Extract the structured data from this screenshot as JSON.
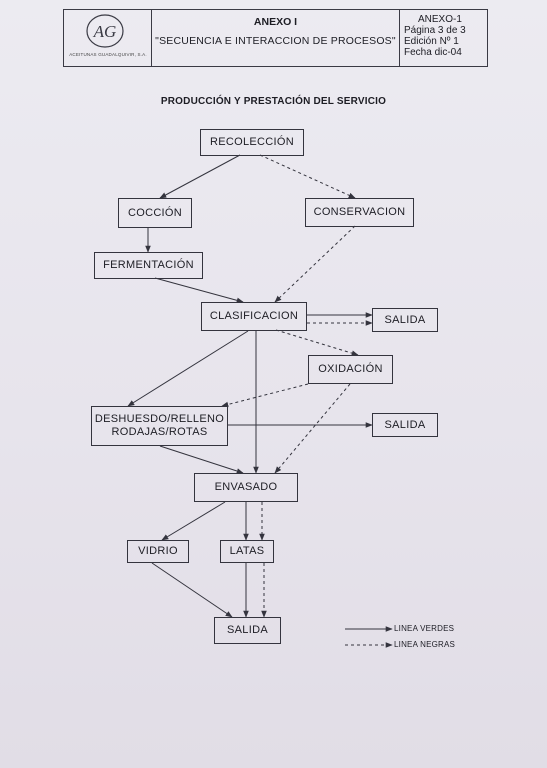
{
  "header": {
    "logo_text": "AG",
    "logo_caption": "ACEITUNAS GUADALQUIVIR, S.A.",
    "anexo": "ANEXO I",
    "title": "\"SECUENCIA E INTERACCION DE PROCESOS\"",
    "ref": "ANEXO-1",
    "page": "Página 3 de 3",
    "edition": "Edición  Nº 1",
    "date": "Fecha  dic-04"
  },
  "subtitle": "PRODUCCIÓN Y PRESTACIÓN DEL SERVICIO",
  "nodes": {
    "recoleccion": "RECOLECCIÓN",
    "coccion": "COCCIÓN",
    "conservacion": "CONSERVACION",
    "fermentacion": "FERMENTACIÓN",
    "clasificacion": "CLASIFICACION",
    "salida1": "SALIDA",
    "oxidacion": "OXIDACIÓN",
    "deshuesado_line1": "DESHUESDO/RELLENO",
    "deshuesado_line2": "RODAJAS/ROTAS",
    "salida2": "SALIDA",
    "envasado": "ENVASADO",
    "vidrio": "VIDRIO",
    "latas": "LATAS",
    "salida3": "SALIDA"
  },
  "legend": {
    "solid": "LINEA VERDES",
    "dashed": "LINEA NEGRAS"
  },
  "colors": {
    "ink": "#34343e",
    "paper": "#e9e6ee"
  }
}
